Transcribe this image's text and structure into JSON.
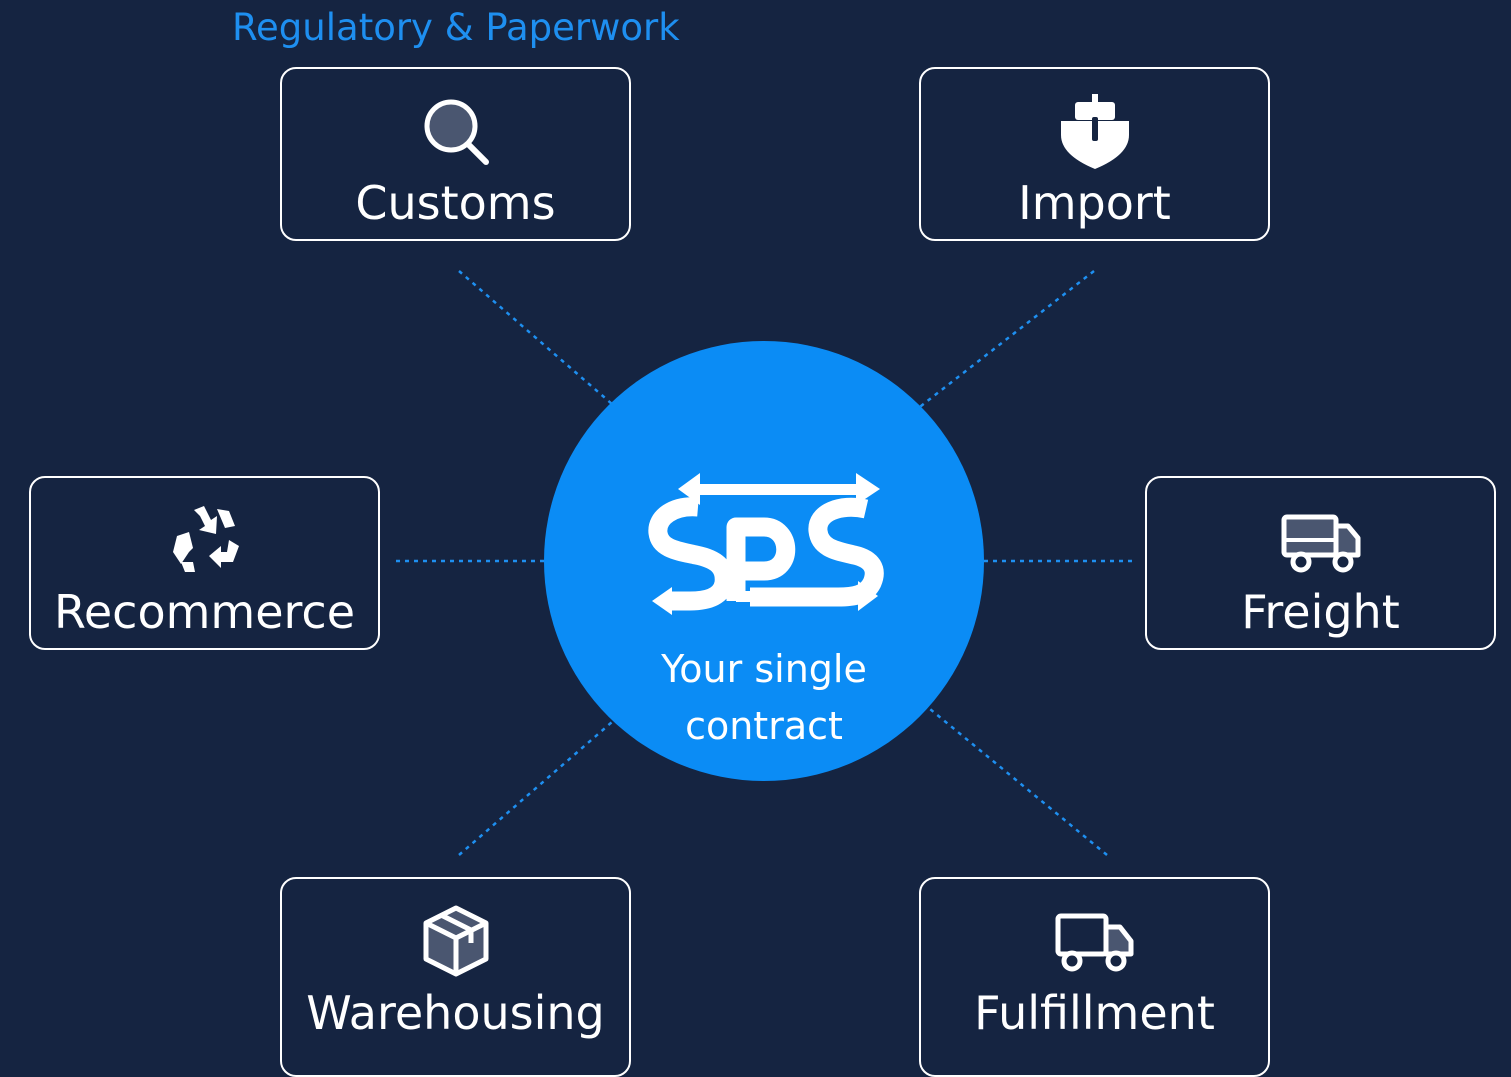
{
  "caption": "Regulatory & Paperwork",
  "center": {
    "logo_text": "SPS",
    "tagline": "Your single contract"
  },
  "colors": {
    "background": "#152441",
    "accent": "#1e8ff0",
    "hub_fill": "#0b8cf5",
    "box_border": "#ffffff",
    "text": "#ffffff"
  },
  "nodes": {
    "customs": {
      "label": "Customs",
      "icon": "search-icon"
    },
    "import": {
      "label": "Import",
      "icon": "ship-icon"
    },
    "recommerce": {
      "label": "Recommerce",
      "icon": "recycle-icon"
    },
    "freight": {
      "label": "Freight",
      "icon": "freight-truck-icon"
    },
    "warehousing": {
      "label": "Warehousing",
      "icon": "box-icon"
    },
    "fulfillment": {
      "label": "Fulfillment",
      "icon": "delivery-truck-icon"
    }
  }
}
